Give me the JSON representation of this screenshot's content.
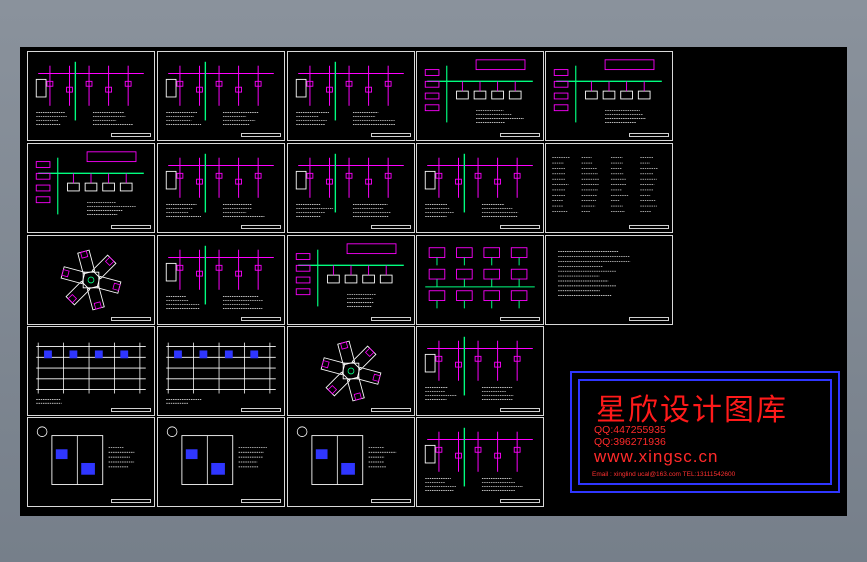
{
  "window": {
    "background_color": "#7b848f",
    "canvas_color": "#000000"
  },
  "drawing_sheets": [
    {
      "id": "r1c1",
      "kind": "riser"
    },
    {
      "id": "r1c2",
      "kind": "riser"
    },
    {
      "id": "r1c3",
      "kind": "riser"
    },
    {
      "id": "r1c4",
      "kind": "system"
    },
    {
      "id": "r1c5",
      "kind": "system"
    },
    {
      "id": "r2c1",
      "kind": "system"
    },
    {
      "id": "r2c2",
      "kind": "riser"
    },
    {
      "id": "r2c3",
      "kind": "riser"
    },
    {
      "id": "r2c4",
      "kind": "riser"
    },
    {
      "id": "r2c5",
      "kind": "table"
    },
    {
      "id": "r3c1",
      "kind": "plan"
    },
    {
      "id": "r3c2",
      "kind": "riser"
    },
    {
      "id": "r3c3",
      "kind": "system"
    },
    {
      "id": "r3c4",
      "kind": "grid"
    },
    {
      "id": "r3c5",
      "kind": "notes"
    },
    {
      "id": "r4c1",
      "kind": "floor"
    },
    {
      "id": "r4c2",
      "kind": "floor"
    },
    {
      "id": "r4c3",
      "kind": "plan"
    },
    {
      "id": "r4c4",
      "kind": "riser"
    },
    {
      "id": "r5c1",
      "kind": "detail"
    },
    {
      "id": "r5c2",
      "kind": "detail"
    },
    {
      "id": "r5c3",
      "kind": "detail"
    },
    {
      "id": "r5c4",
      "kind": "riser"
    }
  ],
  "colors": {
    "magenta": "#ff00ff",
    "green": "#00ff7f",
    "white": "#ffffff",
    "blue": "#2f36ff",
    "red": "#ff1a1a"
  },
  "watermark": {
    "title": "星欣设计图库",
    "qq1": "QQ:447255935",
    "qq2": "QQ:396271936",
    "website": "www.xingsc.cn",
    "contact": "Email : xinglind ucal@163.com   TEL:13111542600"
  }
}
